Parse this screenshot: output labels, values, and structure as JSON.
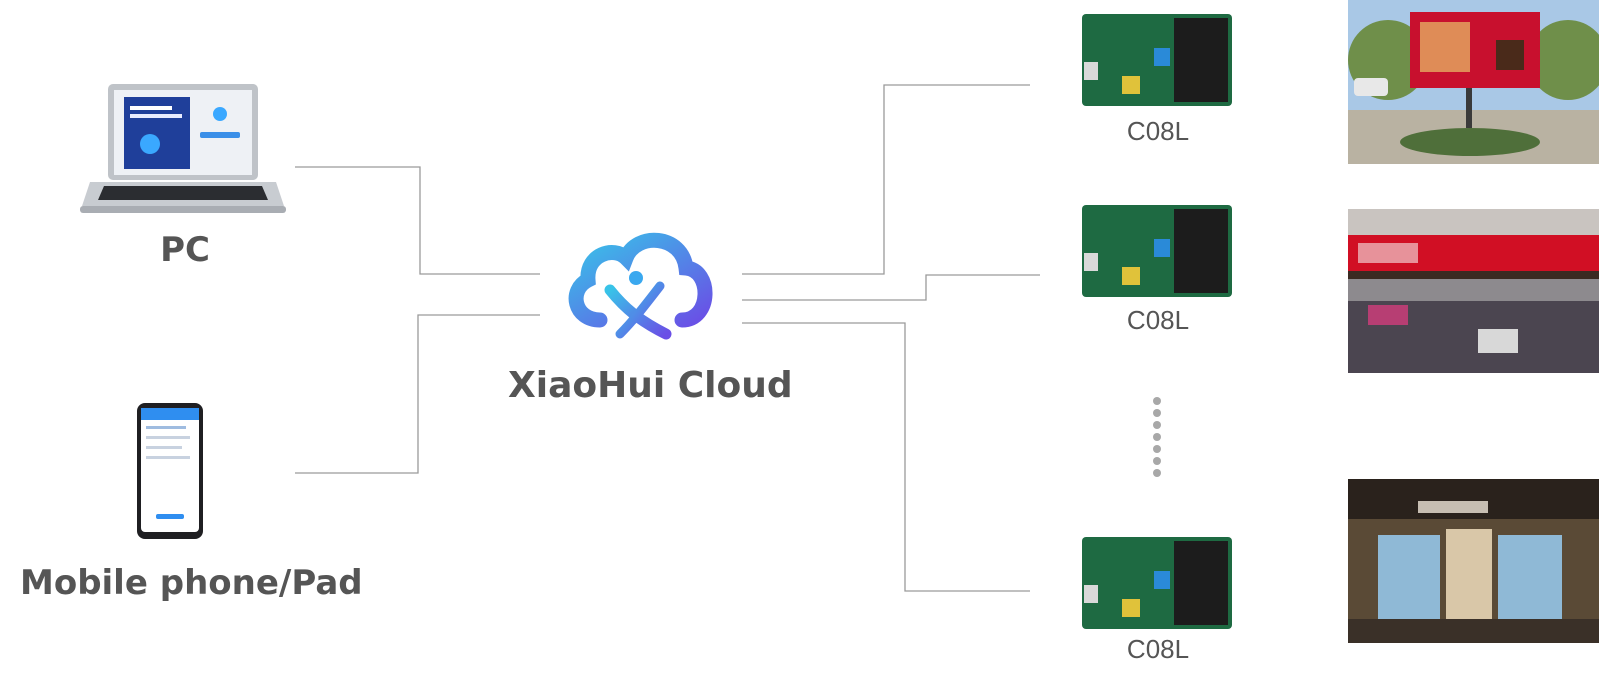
{
  "sources": {
    "pc": {
      "label": "PC"
    },
    "mobile": {
      "label": "Mobile phone/Pad"
    }
  },
  "hub": {
    "label": "XiaoHui Cloud"
  },
  "cards": [
    {
      "label": "C08L"
    },
    {
      "label": "C08L"
    },
    {
      "label": "C08L"
    }
  ],
  "icons": {
    "pc": "laptop-icon",
    "mobile": "smartphone-icon",
    "hub": "cloud-logo-icon",
    "card": "controller-board-icon",
    "more": "ellipsis-vertical-icon"
  },
  "colors": {
    "label_text": "#555555",
    "wire": "#9a9a9a",
    "cloud_light": "#38c3e8",
    "cloud_dark": "#6a4fe6"
  }
}
